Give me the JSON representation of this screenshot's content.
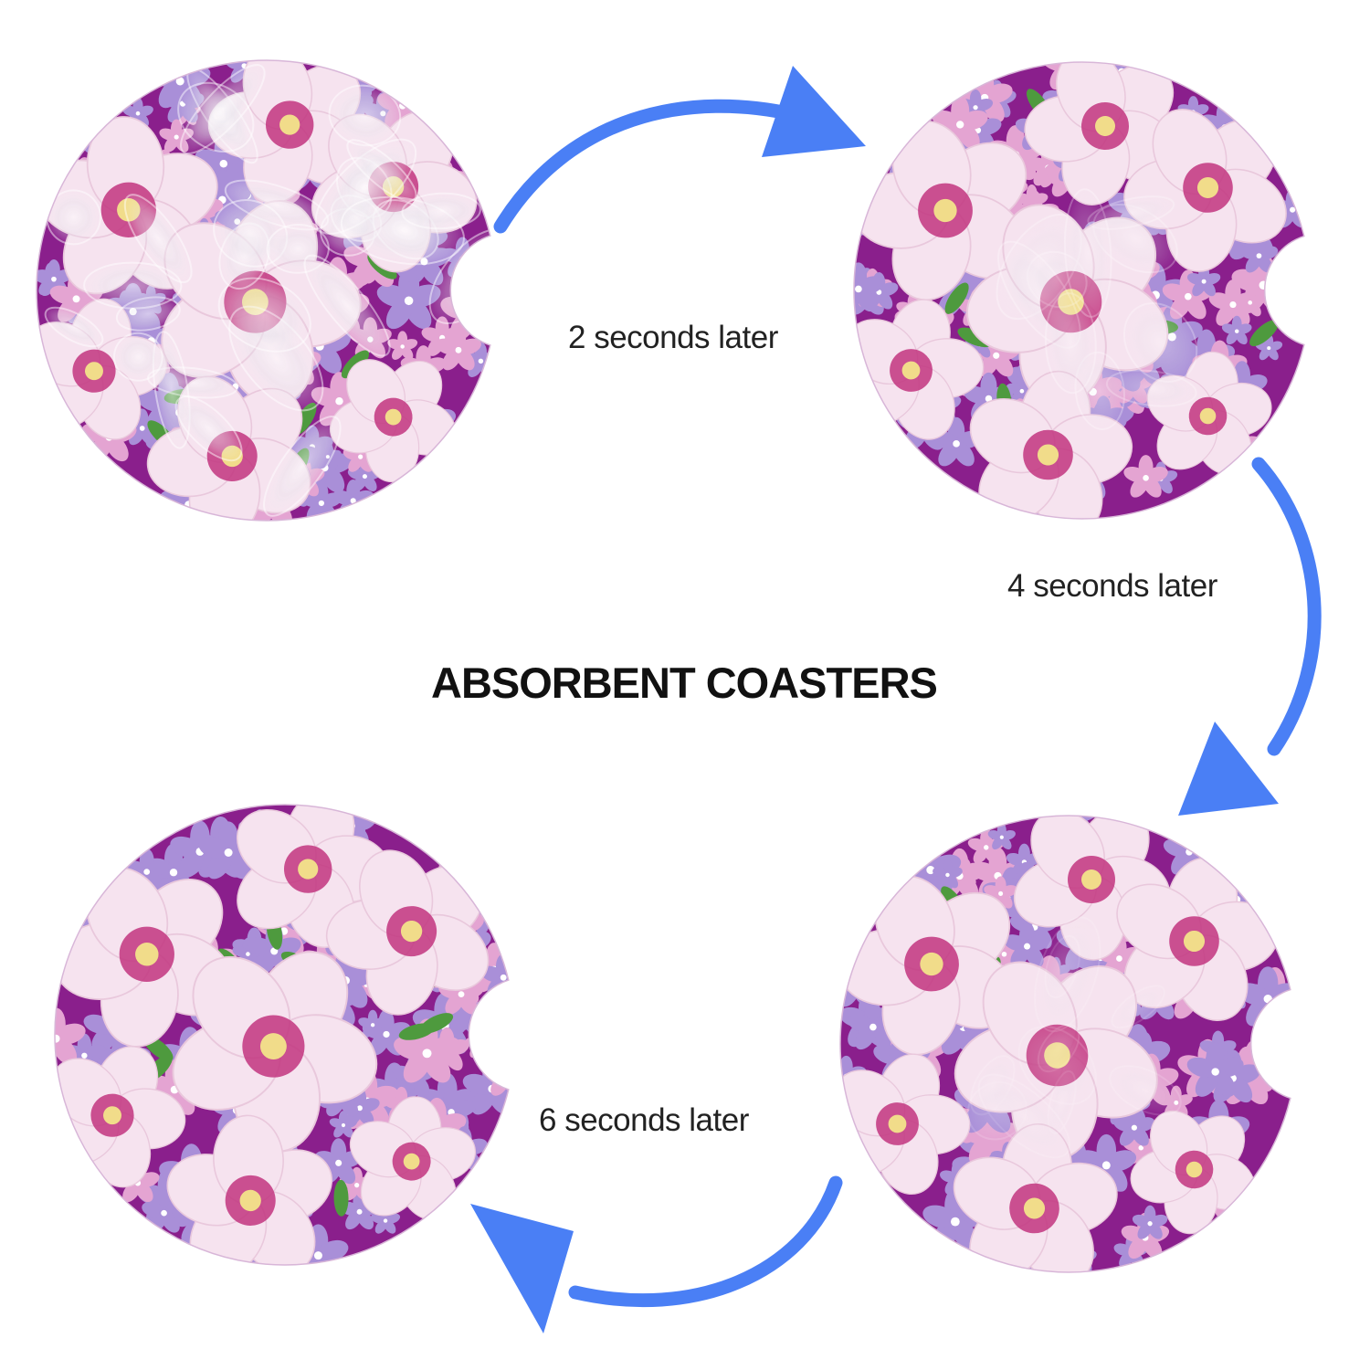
{
  "title": "ABSORBENT COASTERS",
  "steps": [
    {
      "label": "2 seconds later"
    },
    {
      "label": "4 seconds later"
    },
    {
      "label": "6 seconds later"
    }
  ],
  "colors": {
    "arrow": "#4a7ff5",
    "coaster_background": "#8a1f8c",
    "petal_light": "#f6e3ef",
    "petal_center": "#c2357f",
    "stamen": "#f1dc8a",
    "small_flower": "#a98fd8",
    "small_flower_pink": "#e4a4d2",
    "leaf": "#4e9a3e",
    "text": "#222222"
  },
  "icons": {
    "coaster": "floral-coaster-icon",
    "arrow": "curved-arrow-icon",
    "water": "water-splash-icon"
  }
}
